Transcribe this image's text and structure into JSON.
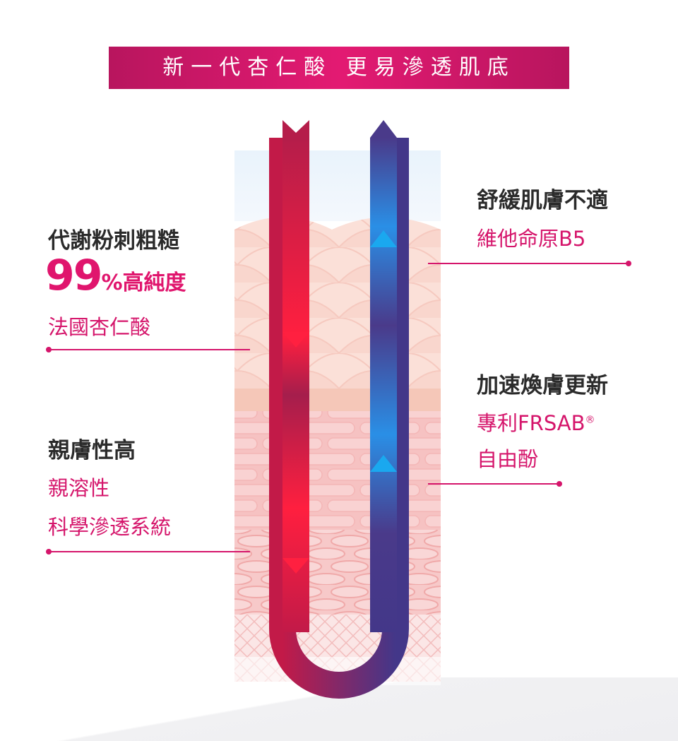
{
  "header": {
    "title": "新一代杏仁酸 更易滲透肌底"
  },
  "left": {
    "block1": {
      "title": "代謝粉刺粗糙",
      "highlight_number": "99",
      "highlight_percent": "%",
      "highlight_text": "高純度",
      "sub": "法國杏仁酸"
    },
    "block2": {
      "title": "親膚性高",
      "line1": "親溶性",
      "line2": "科學滲透系統"
    }
  },
  "right": {
    "block1": {
      "title": "舒緩肌膚不適",
      "sub": "維他命原B5"
    },
    "block2": {
      "title": "加速煥膚更新",
      "line1": "專利FRSAB",
      "line1_mark": "®",
      "line2": "自由酚"
    }
  },
  "colors": {
    "accent": "#d5156b",
    "banner": "#c8176a",
    "red_arrow": "#e0163a",
    "blue_arrow": "#1aa0e8",
    "purple": "#4a3a8a"
  }
}
